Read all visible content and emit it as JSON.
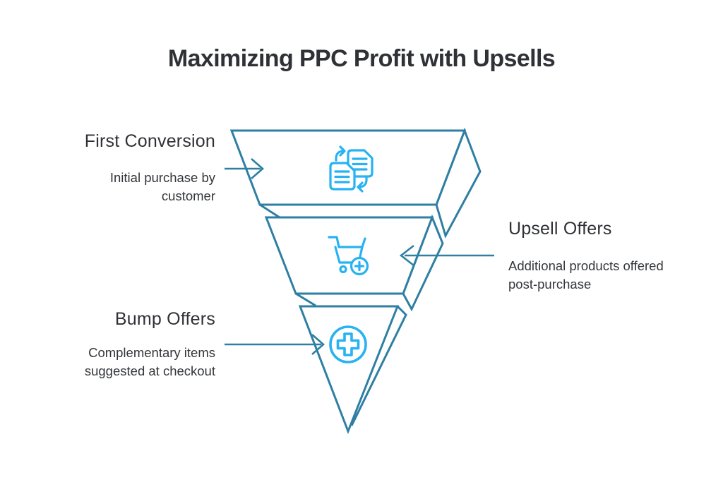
{
  "title": "Maximizing PPC Profit with Upsells",
  "colors": {
    "outline": "#2e7fa3",
    "icon_accent": "#27b2f2",
    "heading_text": "#2f3136",
    "body_text": "#33363a",
    "background": "#ffffff"
  },
  "funnel": {
    "type": "inverted-pyramid",
    "stage_count": 3,
    "stages": [
      {
        "label": "First Conversion",
        "description": "Initial purchase by customer",
        "icon": "copy-documents-icon",
        "label_side": "left"
      },
      {
        "label": "Upsell Offers",
        "description": "Additional products offered post-purchase",
        "icon": "add-to-cart-icon",
        "label_side": "right"
      },
      {
        "label": "Bump Offers",
        "description": "Complementary items suggested at checkout",
        "icon": "circle-plus-icon",
        "label_side": "left"
      }
    ]
  }
}
